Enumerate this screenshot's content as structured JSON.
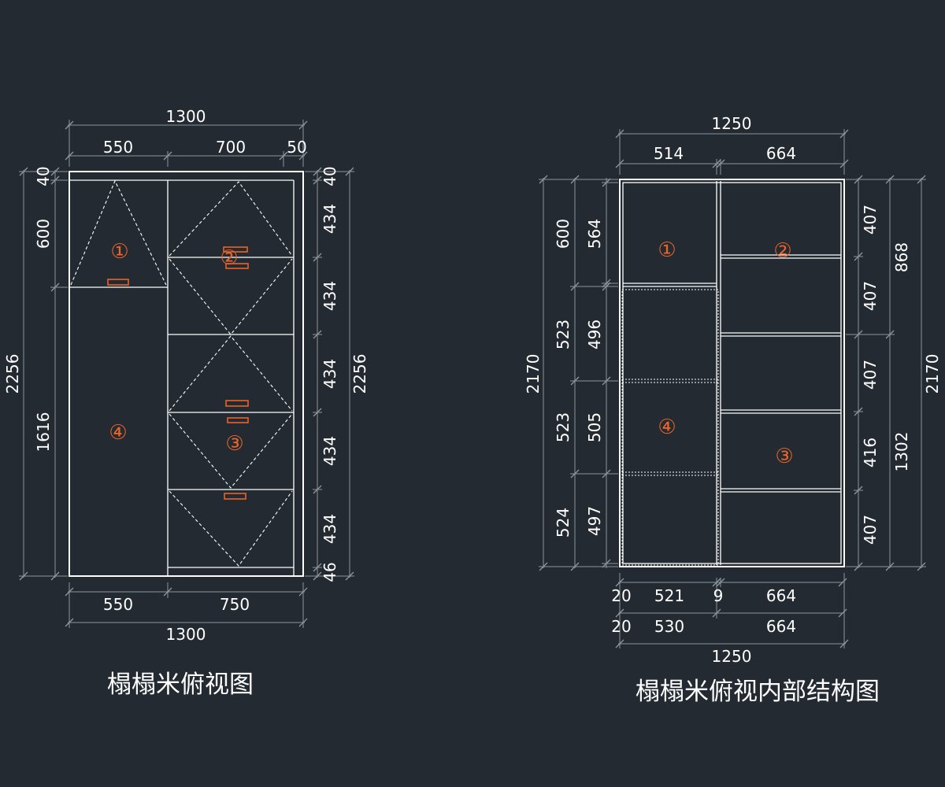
{
  "left": {
    "title": "榻榻米俯视图",
    "top_total": "1300",
    "top_parts": [
      "550",
      "700",
      "50"
    ],
    "bottom_parts": [
      "550",
      "750"
    ],
    "bottom_total": "1300",
    "left_total": "2256",
    "left_parts": [
      "40",
      "600",
      "1616"
    ],
    "right_parts": [
      "40",
      "434",
      "434",
      "434",
      "434",
      "434",
      "46"
    ],
    "right_total": "2256",
    "labels": [
      "①",
      "②",
      "③",
      "④"
    ]
  },
  "right": {
    "title": "榻榻米俯视内部结构图",
    "top_total": "1250",
    "top_parts": [
      "514",
      "664"
    ],
    "bottom_row1": [
      "20",
      "521",
      "9",
      "664"
    ],
    "bottom_row2": [
      "20",
      "530",
      "664"
    ],
    "bottom_total": "1250",
    "outer_left_total": "2170",
    "mid_left": [
      "600",
      "523",
      "523",
      "524"
    ],
    "inner_left": [
      "564",
      "496",
      "505",
      "497"
    ],
    "right_inner": [
      "407",
      "407",
      "407",
      "416",
      "407"
    ],
    "right_mid": [
      "868",
      "1302"
    ],
    "outer_right_total": "2170",
    "labels": [
      "①",
      "②",
      "③",
      "④"
    ]
  },
  "colors": {
    "background": "#232a31",
    "line": "#ffffff",
    "dimension": "#8e969d",
    "accent": "#e8642b"
  }
}
